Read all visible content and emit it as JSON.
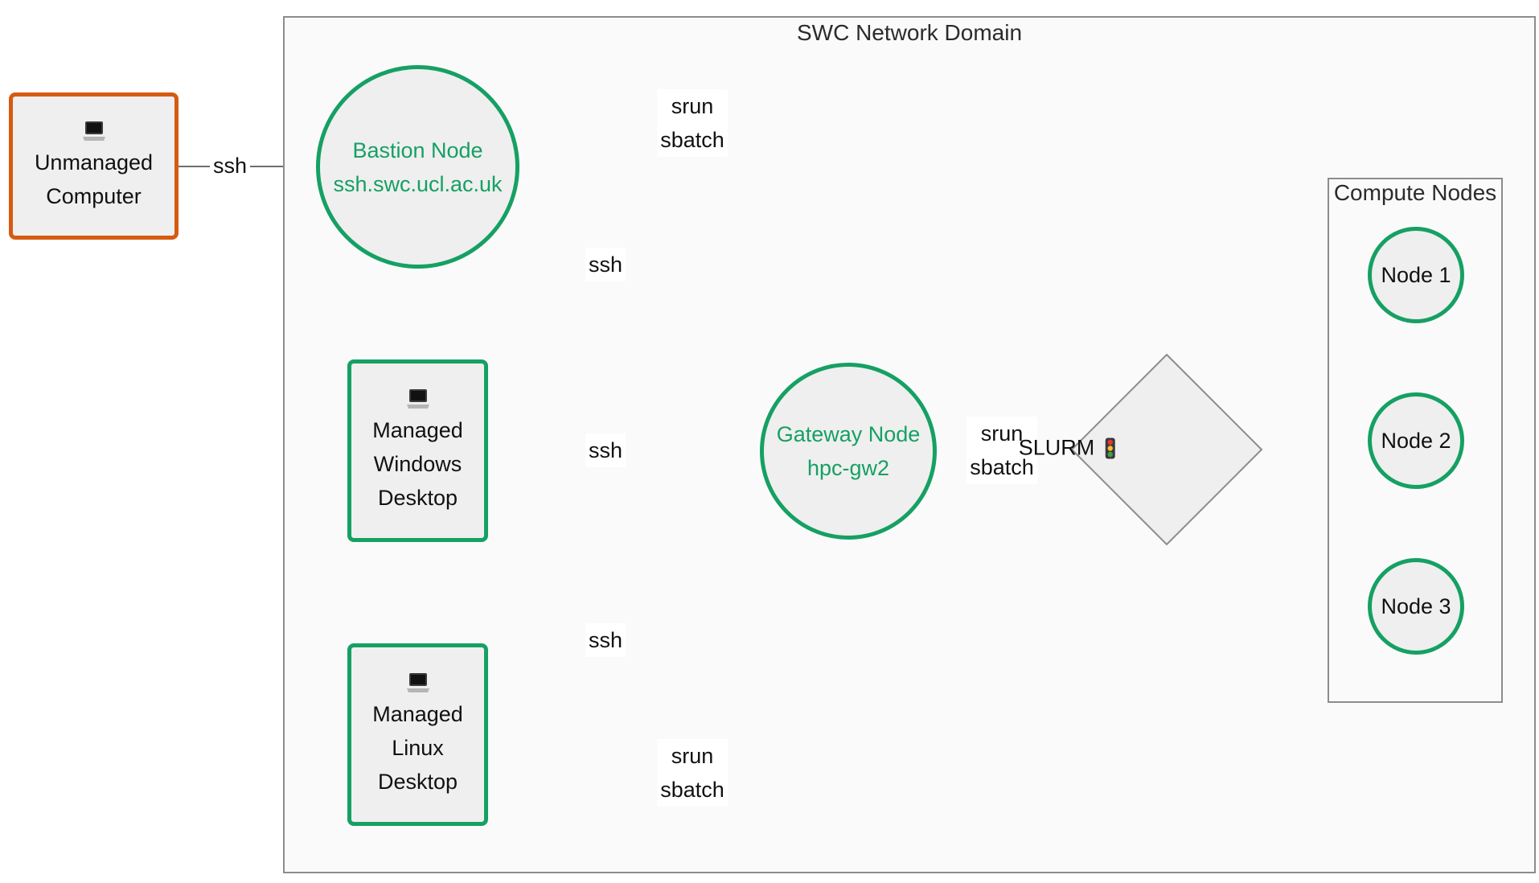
{
  "clusters": {
    "network_domain": "SWC Network Domain",
    "compute_nodes": "Compute Nodes"
  },
  "nodes": {
    "unmanaged": {
      "icon": "laptop-icon",
      "lines": [
        "Unmanaged",
        "Computer"
      ],
      "border_color": "#d65a10"
    },
    "bastion": {
      "lines": [
        "Bastion Node",
        "ssh.swc.ucl.ac.uk"
      ],
      "text_color": "#16a064"
    },
    "windows": {
      "icon": "laptop-icon",
      "lines": [
        "Managed",
        "Windows",
        "Desktop"
      ]
    },
    "linux": {
      "icon": "laptop-icon",
      "lines": [
        "Managed",
        "Linux",
        "Desktop"
      ]
    },
    "gateway": {
      "lines": [
        "Gateway Node",
        "hpc-gw2"
      ],
      "text_color": "#16a064"
    },
    "slurm": {
      "label": "SLURM",
      "icon": "traffic-light-icon"
    },
    "node1": "Node 1",
    "node2": "Node 2",
    "node3": "Node 3"
  },
  "edges": {
    "unmanaged_bastion": "ssh",
    "bastion_gateway": "ssh",
    "windows_gateway": "ssh",
    "linux_gateway": "ssh",
    "bastion_slurm": [
      "srun",
      "sbatch"
    ],
    "gateway_slurm": [
      "srun",
      "sbatch"
    ],
    "linux_slurm": [
      "srun",
      "sbatch"
    ]
  },
  "colors": {
    "green": "#16a064",
    "orange": "#d65a10",
    "edge": "#595959"
  }
}
